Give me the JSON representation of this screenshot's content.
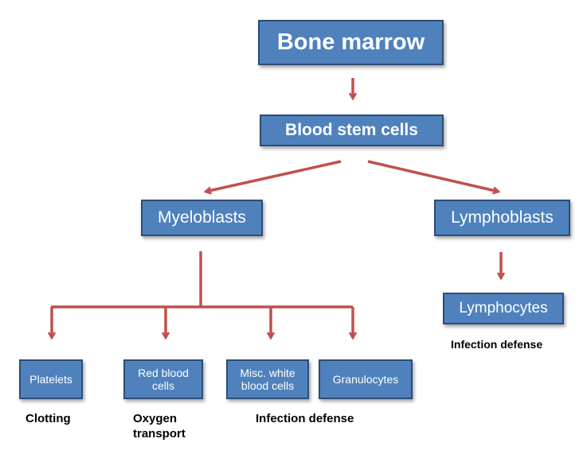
{
  "colors": {
    "box_fill": "#4f81bd",
    "box_border": "#2c4d75",
    "arrow": "#c0504d"
  },
  "nodes": {
    "bone_marrow": "Bone marrow",
    "blood_stem_cells": "Blood stem cells",
    "myeloblasts": "Myeloblasts",
    "lymphoblasts": "Lymphoblasts",
    "lymphocytes": "Lymphocytes",
    "platelets": "Platelets",
    "red_blood_cells": "Red blood cells",
    "misc_white_blood_cells": "Misc. white blood cells",
    "granulocytes": "Granulocytes"
  },
  "labels": {
    "lymphocytes_function": "Infection defense",
    "platelets_function": "Clotting",
    "red_blood_cells_function": "Oxygen transport",
    "white_cells_function": "Infection defense"
  }
}
